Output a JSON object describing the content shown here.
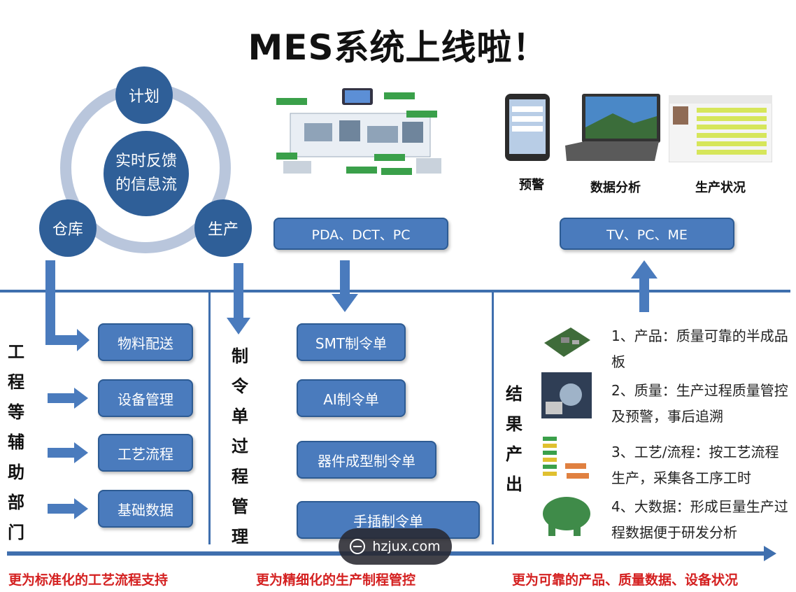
{
  "title": "MES系统上线啦！",
  "cycle": {
    "center": "实时反馈的信息流",
    "top": "计划",
    "left": "仓库",
    "right": "生产"
  },
  "support_boxes": [
    "物料配送",
    "设备管理",
    "工艺流程",
    "基础数据"
  ],
  "left_vertical": "工程等辅助部门",
  "middle_vertical": "制令单过程管理",
  "order_boxes": [
    "SMT制令单",
    "AI制令单",
    "器件成型制令单",
    "手插制令单"
  ],
  "devices_box_middle": "PDA、DCT、PC",
  "devices_box_right": "TV、PC、ME",
  "right_captions": [
    "预警",
    "数据分析",
    "生产状况"
  ],
  "result_vertical": "结果产出",
  "results": [
    "1、产品：质量可靠的半成品板",
    "2、质量：生产过程质量管控及预警，事后追溯",
    "3、工艺/流程：按工艺流程生产，采集各工序工时",
    "4、大数据：形成巨量生产过程数据便于研发分析"
  ],
  "bottom_labels": [
    "更为标准化的工艺流程支持",
    "更为精细化的生产制程管控",
    "更为可靠的产品、质量数据、设备状况"
  ],
  "watermark": "hzjux.com",
  "colors": {
    "primary_blue": "#2f5f98",
    "box_blue": "#4a7bbd",
    "line_blue": "#3f6fae",
    "bottom_red": "#d42020"
  }
}
